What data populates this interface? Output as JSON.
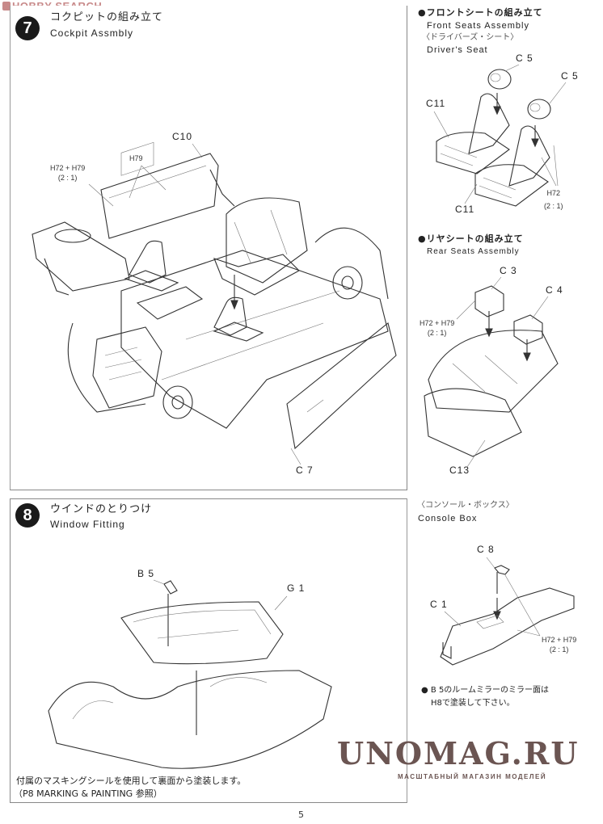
{
  "watermark_top": {
    "brand": "HOBBY SEARCH"
  },
  "watermark_bottom": {
    "brand": "UNOMAG.RU",
    "tagline": "МАСШТАБНЫЙ МАГАЗИН МОДЕЛЕЙ"
  },
  "step7": {
    "number": "7",
    "title_jp": "コクピットの組み立て",
    "title_en": "Cockpit Assmbly",
    "labels": {
      "c10": "C10",
      "c7": "C 7",
      "h79": "H79",
      "h72_h79": "H72 + H79",
      "ratio": "(2 : 1)"
    }
  },
  "front_seats": {
    "title_jp": "フロントシートの組み立て",
    "title_en": "Front Seats Assembly",
    "sub_jp": "〈ドライバーズ・シート〉",
    "sub_en": "Driver's Seat",
    "labels": {
      "c5a": "C 5",
      "c5b": "C 5",
      "c11a": "C11",
      "c11b": "C11",
      "h72": "H72",
      "ratio": "(2 : 1)"
    }
  },
  "rear_seats": {
    "title_jp": "リヤシートの組み立て",
    "title_en": "Rear Seats Assembly",
    "labels": {
      "c3": "C 3",
      "c4": "C 4",
      "c13": "C13",
      "h72_h79": "H72 + H79",
      "ratio": "(2 : 1)"
    }
  },
  "step8": {
    "number": "8",
    "title_jp": "ウインドのとりつけ",
    "title_en": "Window Fitting",
    "labels": {
      "b5": "B 5",
      "g1": "G 1"
    },
    "note_jp": "付属のマスキングシールを使用して裏面から塗装します。",
    "note_ref": "（P8  MARKING & PAINTING 参照）"
  },
  "console_box": {
    "sub_jp": "〈コンソール・ボックス〉",
    "title_en": "Console Box",
    "labels": {
      "c8": "C 8",
      "c1": "C 1",
      "h72_h79": "H72 + H79",
      "ratio": "(2 : 1)"
    },
    "note_line1": "● B 5のルームミラーのミラー面は",
    "note_line2": "H8で塗装して下さい。"
  },
  "page_number": "5"
}
